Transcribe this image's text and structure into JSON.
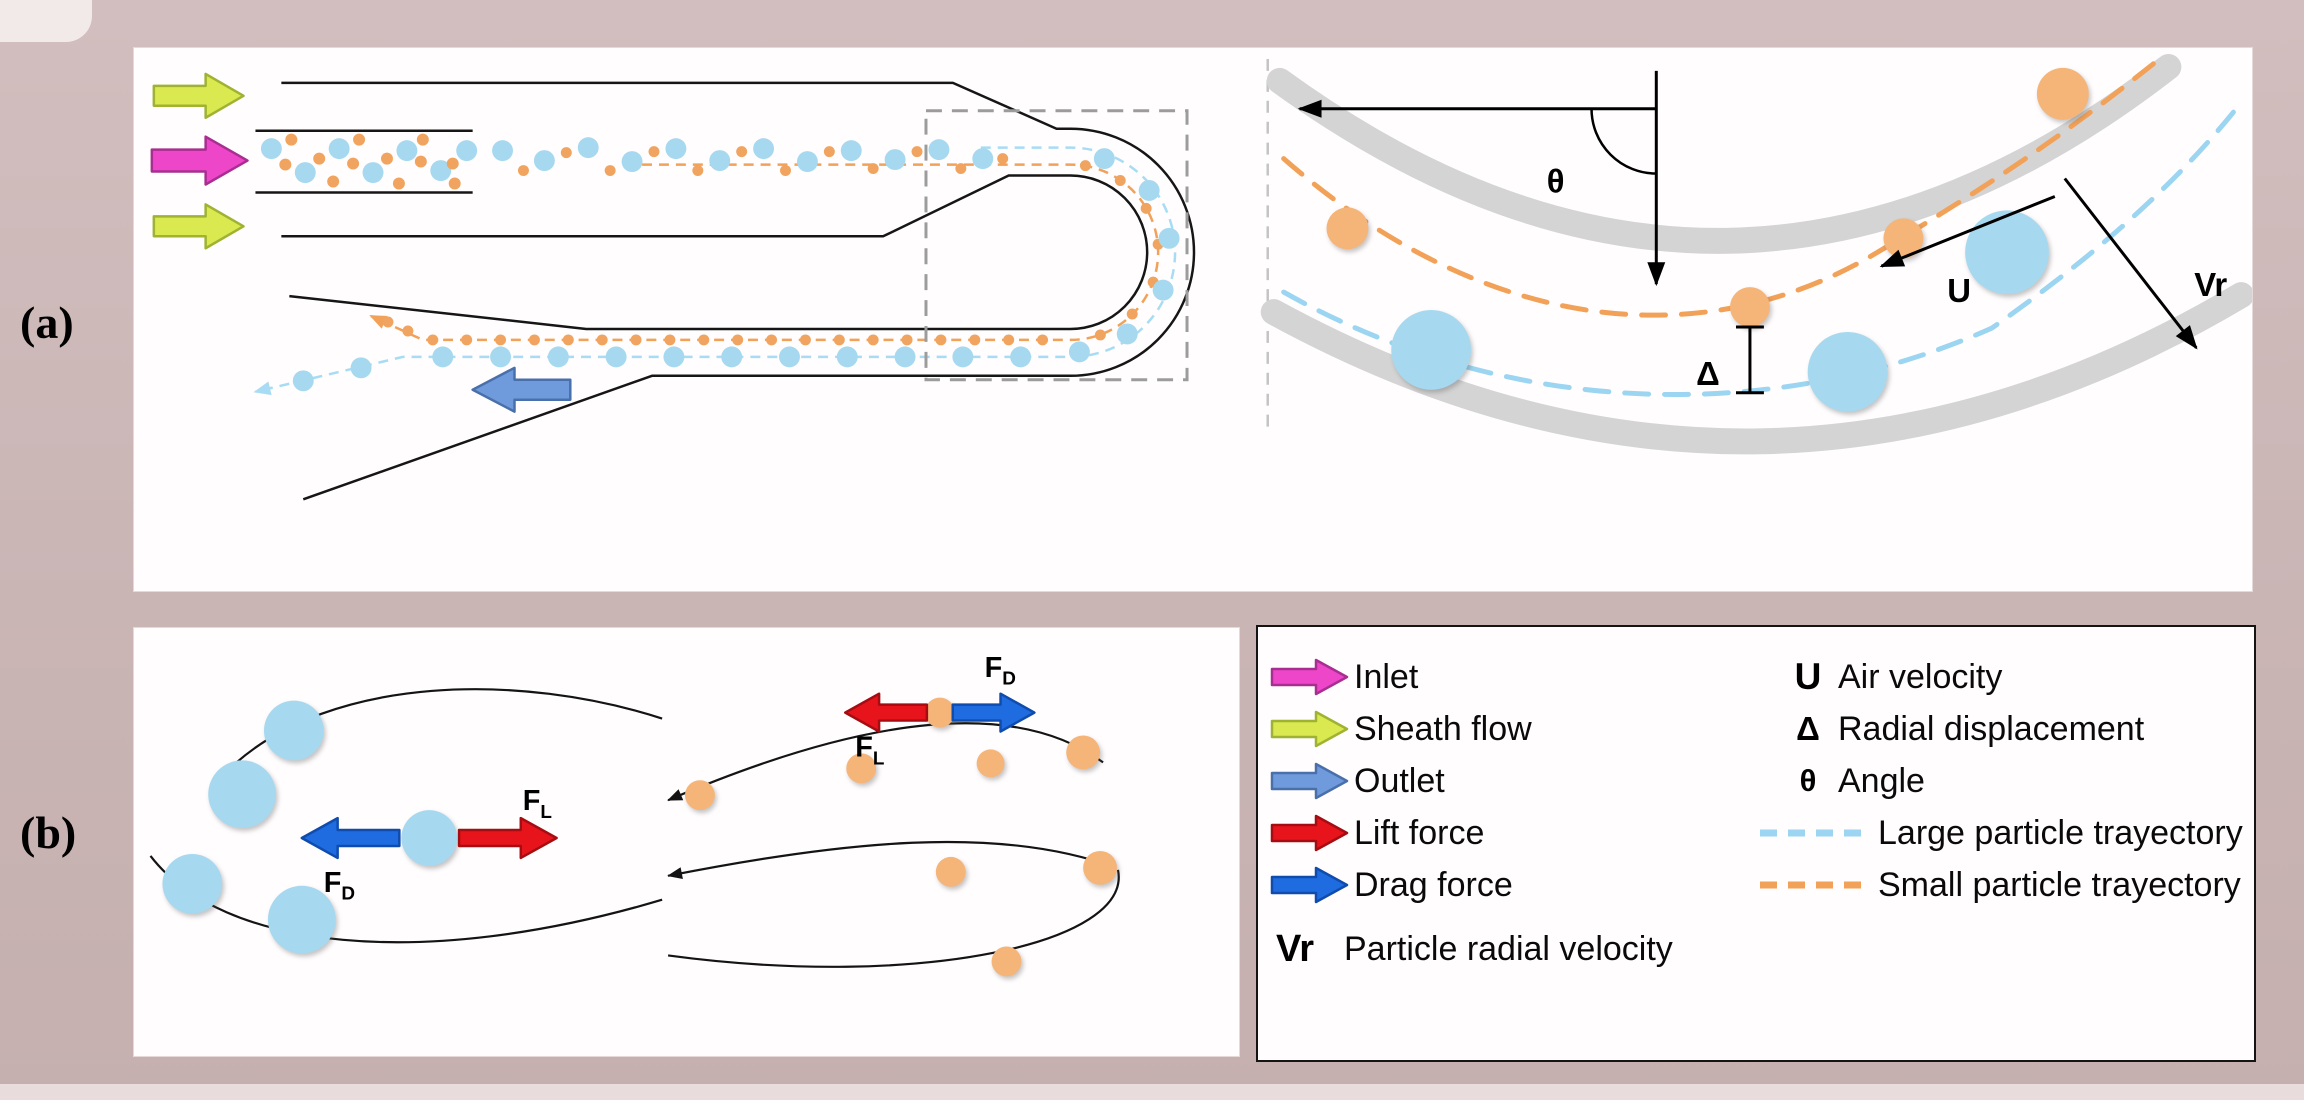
{
  "colors": {
    "background": "#cab5b5",
    "panel": "#fffdfd",
    "large_particle": "#a6d9f0",
    "small_particle": "#f5b478",
    "large_trajectory": "#9bd5f2",
    "small_trajectory": "#f2a158",
    "inlet_arrow": "#ed46c8",
    "sheath_arrow": "#d9e94f",
    "outlet_arrow": "#6f9bdc",
    "lift_arrow": "#e8141c",
    "drag_arrow": "#1f6ce0",
    "channel_wall_gray": "#d4d4d4"
  },
  "panel_a": {
    "label": "(a)",
    "annotations": {
      "theta": "θ",
      "delta": "Δ",
      "air_velocity": "U",
      "radial_velocity": "Vr"
    }
  },
  "panel_b": {
    "label": "(b)",
    "force_symbol": "F",
    "lift_subscript": "L",
    "drag_subscript": "D"
  },
  "legend": {
    "rows_left": [
      {
        "name": "inlet",
        "label": "Inlet"
      },
      {
        "name": "sheath-flow",
        "label": "Sheath flow"
      },
      {
        "name": "outlet",
        "label": "Outlet"
      },
      {
        "name": "lift-force",
        "label": "Lift force"
      },
      {
        "name": "drag-force",
        "label": "Drag force"
      }
    ],
    "vr": {
      "symbol": "Vr",
      "label": "Particle radial velocity"
    },
    "rows_right": [
      {
        "symbol": "U",
        "label": "Air velocity"
      },
      {
        "symbol": "Δ",
        "label": "Radial displacement"
      },
      {
        "symbol": "θ",
        "label": "Angle"
      },
      {
        "line": "large",
        "label": "Large particle trayectory"
      },
      {
        "line": "small",
        "label": "Small particle trayectory"
      }
    ]
  }
}
